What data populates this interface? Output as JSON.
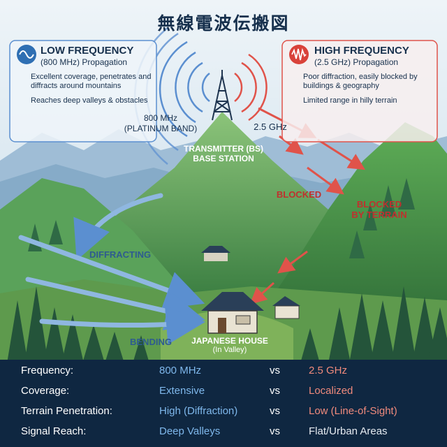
{
  "title": "無線電波伝搬図",
  "low_panel": {
    "heading": "LOW FREQUENCY",
    "subheading": "(800 MHz) Propagation",
    "bullets": [
      "Excellent coverage, penetrates and diffracts around mountains",
      "Reaches deep valleys & obstacles"
    ],
    "icon": "sine-wave-icon",
    "color": "#2f6fb3"
  },
  "high_panel": {
    "heading": "HIGH FREQUENCY",
    "subheading": "(2.5 GHz) Propagation",
    "bullets": [
      "Poor diffraction, easily blocked by buildings & geography",
      "Limited range in hilly terrain"
    ],
    "icon": "high-frequency-wave-icon",
    "color": "#d9423a"
  },
  "labels": {
    "band_low_line1": "800 MHz",
    "band_low_line2": "(PLATINUM BAND)",
    "band_high": "2.5 GHz",
    "transmitter_line1": "TRANSMITTER (BS)",
    "transmitter_line2": "BASE STATION",
    "blocked": "BLOCKED",
    "blocked_terrain_line1": "BLOCKED",
    "blocked_terrain_line2": "BY TERRAIN",
    "diffracting": "DIFFRACTING",
    "bending": "BENDING",
    "house_line1": "JAPANESE HOUSE",
    "house_line2": "(In Valley)"
  },
  "comparison": [
    {
      "label": "Frequency:",
      "low": "800 MHz",
      "vs": "vs",
      "high": "2.5 GHz"
    },
    {
      "label": "Coverage:",
      "low": "Extensive",
      "vs": "vs",
      "high": "Localized"
    },
    {
      "label": "Terrain Penetration:",
      "low": "High (Diffraction)",
      "vs": "vs",
      "high": "Low (Line-of-Sight)"
    },
    {
      "label": "Signal Reach:",
      "low": "Deep Valleys",
      "vs": "vs",
      "high": "Flat/Urban Areas"
    }
  ],
  "colors": {
    "low_wave": "#5b8fd0",
    "high_wave": "#e0534a",
    "table_bg": "#0f2741",
    "mountain": "#4f9a52"
  }
}
